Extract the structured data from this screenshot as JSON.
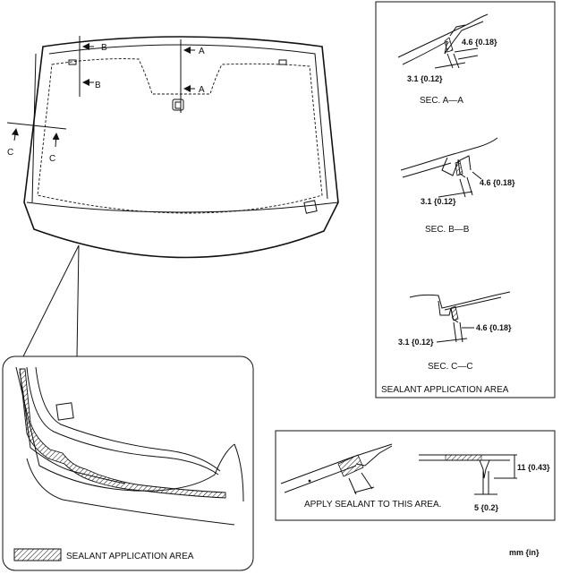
{
  "sections": {
    "a": {
      "cut": "A",
      "title": "SEC. A—A",
      "dim_gap": "3.1 {0.12}",
      "dim_width": "4.6 {0.18}"
    },
    "b": {
      "cut": "B",
      "title": "SEC. B—B",
      "dim_gap": "3.1 {0.12}",
      "dim_width": "4.6 {0.18}"
    },
    "c": {
      "cut": "C",
      "title": "SEC. C—C",
      "dim_gap": "3.1 {0.12}",
      "dim_width": "4.6 {0.18}"
    }
  },
  "panel_title": "SEALANT APPLICATION AREA",
  "legend_label": "SEALANT APPLICATION AREA",
  "apply_note": {
    "text": "APPLY SEALANT TO THIS AREA.",
    "dim_height": "11 {0.43}",
    "dim_width": "5 {0.2}"
  },
  "units": "mm {in}"
}
